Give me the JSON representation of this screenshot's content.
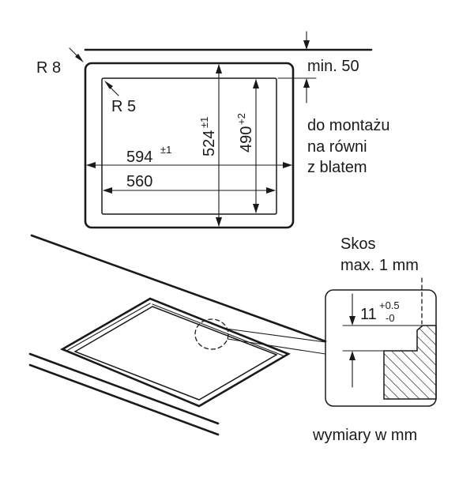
{
  "labels": {
    "radius_outer": "R 8",
    "radius_inner": "R 5",
    "min_gap": "min. 50",
    "width_outer": "594",
    "width_outer_tol": "±1",
    "width_inner": "560",
    "depth_outer": "524",
    "depth_outer_tol": "±1",
    "depth_inner": "490",
    "depth_inner_tol": "+2",
    "mounting_line1": "do montażu",
    "mounting_line2": "na równi",
    "mounting_line3": "z blatem",
    "bevel_line1": "Skos",
    "bevel_line2": "max. 1 mm",
    "depth_step": "11",
    "depth_step_tol_plus": "+0.5",
    "depth_step_tol_minus": "-0",
    "units_note": "wymiary w mm"
  }
}
